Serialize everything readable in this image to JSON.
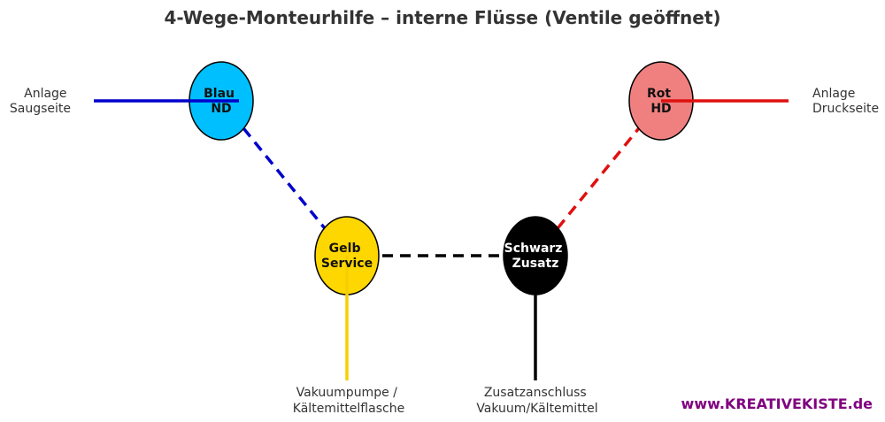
{
  "title": "4-Wege-Monteurhilfe – interne Flüsse (Ventile geöffnet)",
  "nodes": {
    "blau": {
      "line1": "Blau",
      "line2": "ND",
      "color": "#00bfff",
      "text_color": "#111111"
    },
    "rot": {
      "line1": "Rot",
      "line2": "HD",
      "color": "#f08080",
      "text_color": "#111111"
    },
    "gelb": {
      "line1": "Gelb",
      "line2": "Service",
      "color": "#ffd700",
      "text_color": "#111111"
    },
    "schwarz": {
      "line1": "Schwarz",
      "line2": "Zusatz",
      "color": "#000000",
      "text_color": "#ffffff"
    }
  },
  "external_labels": {
    "blau": {
      "line1": "Anlage",
      "line2": "Saugseite"
    },
    "rot": {
      "line1": "Anlage",
      "line2": "Druckseite"
    },
    "gelb": {
      "line1": "Vakuumpumpe /",
      "line2": "Kältemittelflasche"
    },
    "schwarz": {
      "line1": "Zusatzanschluss",
      "line2": "Vakuum/Kältemittel"
    }
  },
  "line_colors": {
    "blau": "#0000cc",
    "rot": "#e01010",
    "gelb": "#f5d000",
    "schwarz": "#000000"
  },
  "watermark": {
    "text": "www.KREATIVEKISTE.de",
    "color": "#800080"
  }
}
